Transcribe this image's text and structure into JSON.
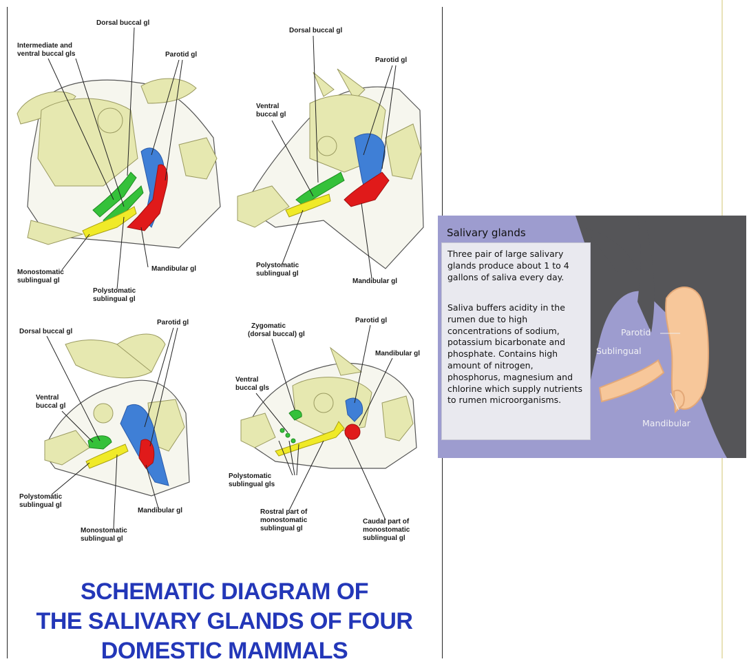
{
  "figure": {
    "title_lines": [
      "SCHEMATIC DIAGRAM OF",
      "THE SALIVARY GLANDS OF FOUR",
      "DOMESTIC MAMMALS"
    ],
    "title_color": "#2337b8",
    "gland_colors": {
      "parotid": "#3f7fd6",
      "mandibular": "#e01a1a",
      "buccal": "#35c13a",
      "sublingual": "#f0ea28"
    },
    "ox": {
      "dorsal_buccal": "Dorsal buccal gl",
      "intermediate_ventral_1": "Intermediate and",
      "intermediate_ventral_2": "ventral buccal gls",
      "parotid": "Parotid gl",
      "monostomatic_1": "Monostomatic",
      "monostomatic_2": "sublingual gl",
      "mandibular": "Mandibular gl",
      "polystomatic_1": "Polystomatic",
      "polystomatic_2": "sublingual gl"
    },
    "horse": {
      "dorsal_buccal": "Dorsal buccal gl",
      "parotid": "Parotid gl",
      "ventral_buccal_1": "Ventral",
      "ventral_buccal_2": "buccal gl",
      "polystomatic_1": "Polystomatic",
      "polystomatic_2": "sublingual gl",
      "mandibular": "Mandibular gl"
    },
    "dog": {
      "dorsal_buccal": "Dorsal buccal gl",
      "parotid": "Parotid gl",
      "ventral_buccal_1": "Ventral",
      "ventral_buccal_2": "buccal gl",
      "polystomatic_1": "Polystomatic",
      "polystomatic_2": "sublingual gl",
      "mandibular": "Mandibular gl",
      "monostomatic_1": "Monostomatic",
      "monostomatic_2": "sublingual gl"
    },
    "pig": {
      "zygomatic_1": "Zygomatic",
      "zygomatic_2": "(dorsal buccal) gl",
      "parotid": "Parotid gl",
      "mandibular": "Mandibular gl",
      "ventral_buccal_1": "Ventral",
      "ventral_buccal_2": "buccal gls",
      "polystomatic_1": "Polystomatic",
      "polystomatic_2": "sublingual gls",
      "rostral_1": "Rostral part of",
      "rostral_2": "monostomatic",
      "rostral_3": "sublingual gl",
      "caudal_1": "Caudal part of",
      "caudal_2": "monostomatic",
      "caudal_3": "sublingual gl"
    }
  },
  "slide": {
    "title": "Salivary glands",
    "paragraph_1": "Three pair of large salivary glands produce about 1 to 4 gallons of saliva every day.",
    "paragraph_2": "Saliva buffers acidity in the rumen due to high concentrations of sodium, potassium bicarbonate and phosphate.  Contains high amount of nitrogen, phosphorus, magnesium and chlorine which supply nutrients to rumen microorganisms.",
    "label_parotid": "Parotid",
    "label_sublingual": "Sublingual",
    "label_mandibular": "Mandibular",
    "background_color": "#9d9ccf",
    "gland_color": "#f7c79a"
  }
}
